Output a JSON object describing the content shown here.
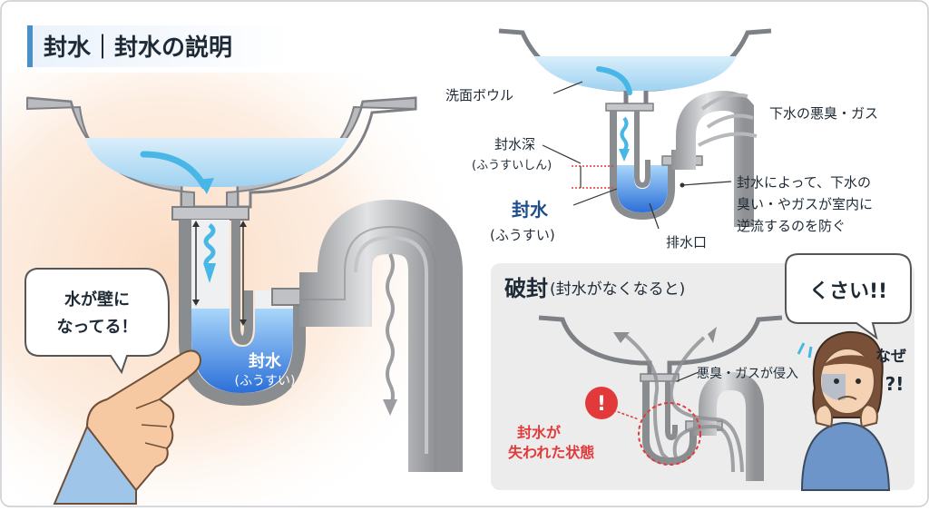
{
  "title": "封水｜封水の説明",
  "left": {
    "bubble_text": [
      "水が壁に",
      "なってる！"
    ],
    "water_label": "封水",
    "water_sub": "(ふうすい)"
  },
  "top_right": {
    "labels": {
      "bowl": "洗面ボウル",
      "smell": "下水の悪臭・ガス",
      "depth": "封水深",
      "depth_sub": "(ふうすいしん)",
      "seal": "封水",
      "seal_sub": "(ふうすい)",
      "drain": "排水口",
      "prevent": [
        "封水によって、下水の",
        "臭い・やガスが室内に",
        "逆流するのを防ぐ"
      ]
    }
  },
  "bottom_right": {
    "title": "破封",
    "title_sub": "(封水がなくなると)",
    "intrusion": "悪臭・ガスが侵入",
    "lost": [
      "封水が",
      "失われた状態"
    ],
    "warning_mark": "!",
    "speech": "くさい!!",
    "why": [
      "なぜ",
      "?!"
    ]
  },
  "colors": {
    "water": "#4a90e2",
    "pipe": "#a9abad",
    "accent_red": "#e23a3a",
    "title_bar": "#4a90c8",
    "text_navy": "#1f4e8c"
  }
}
